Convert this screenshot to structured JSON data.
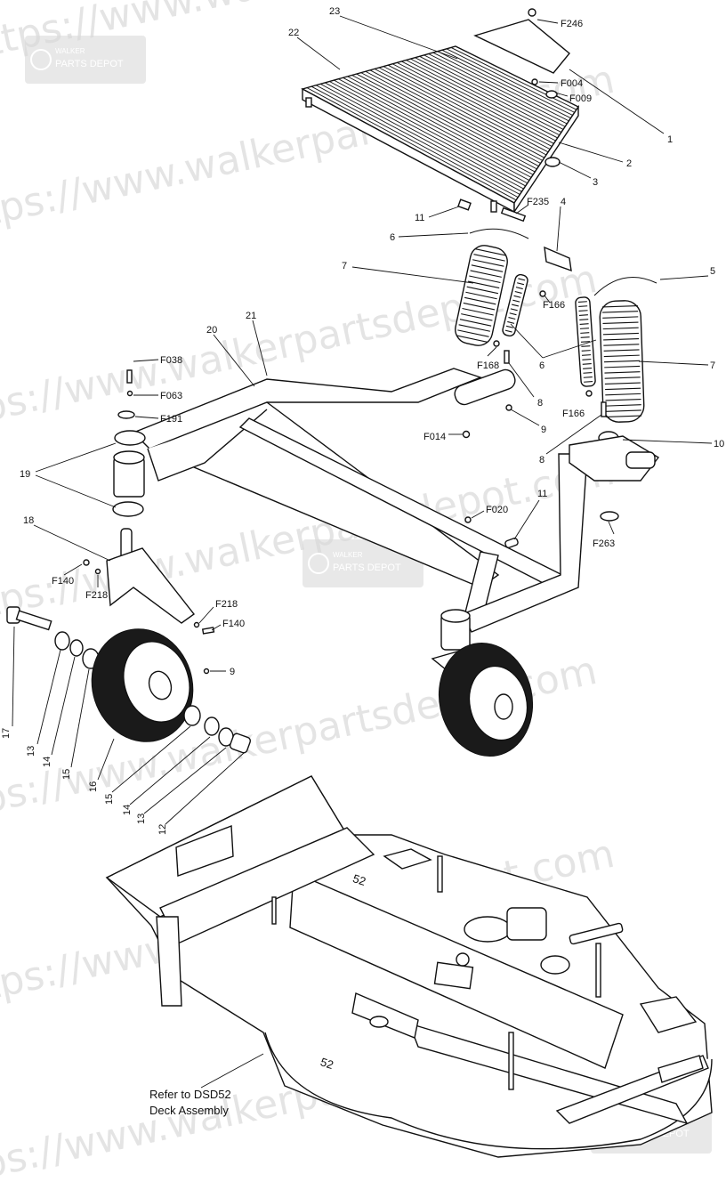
{
  "watermark": {
    "text": "https://www.walkerpartsdepot.com",
    "logo_line1": "WALKER",
    "logo_line2": "PARTS DEPOT"
  },
  "deck_note": {
    "line1": "Refer to DSD52",
    "line2": "Deck Assembly"
  },
  "deck_badges": {
    "center": "52",
    "left": "52"
  },
  "callouts": {
    "c23": "23",
    "c22": "22",
    "cF246": "F246",
    "cF004": "F004",
    "cF009": "F009",
    "c1": "1",
    "c2": "2",
    "c3": "3",
    "c11a": "11",
    "cF235": "F235",
    "c4": "4",
    "c6a": "6",
    "c7a": "7",
    "c5": "5",
    "cF166a": "F166",
    "cF166b": "F166",
    "c6b": "6",
    "c7b": "7",
    "cF168": "F168",
    "c8a": "8",
    "c8b": "8",
    "c9a": "9",
    "cF014": "F014",
    "c10": "10",
    "c20": "20",
    "c21": "21",
    "cF038": "F038",
    "cF063": "F063",
    "cF191": "F191",
    "c19": "19",
    "c18": "18",
    "cF140a": "F140",
    "cF218a": "F218",
    "cF020": "F020",
    "c11b": "11",
    "cF263": "F263",
    "cF218b": "F218",
    "cF140b": "F140",
    "c9b": "9",
    "c17": "17",
    "c13a": "13",
    "c14a": "14",
    "c15a": "15",
    "c16": "16",
    "c15b": "15",
    "c14b": "14",
    "c13b": "13",
    "c12": "12"
  }
}
